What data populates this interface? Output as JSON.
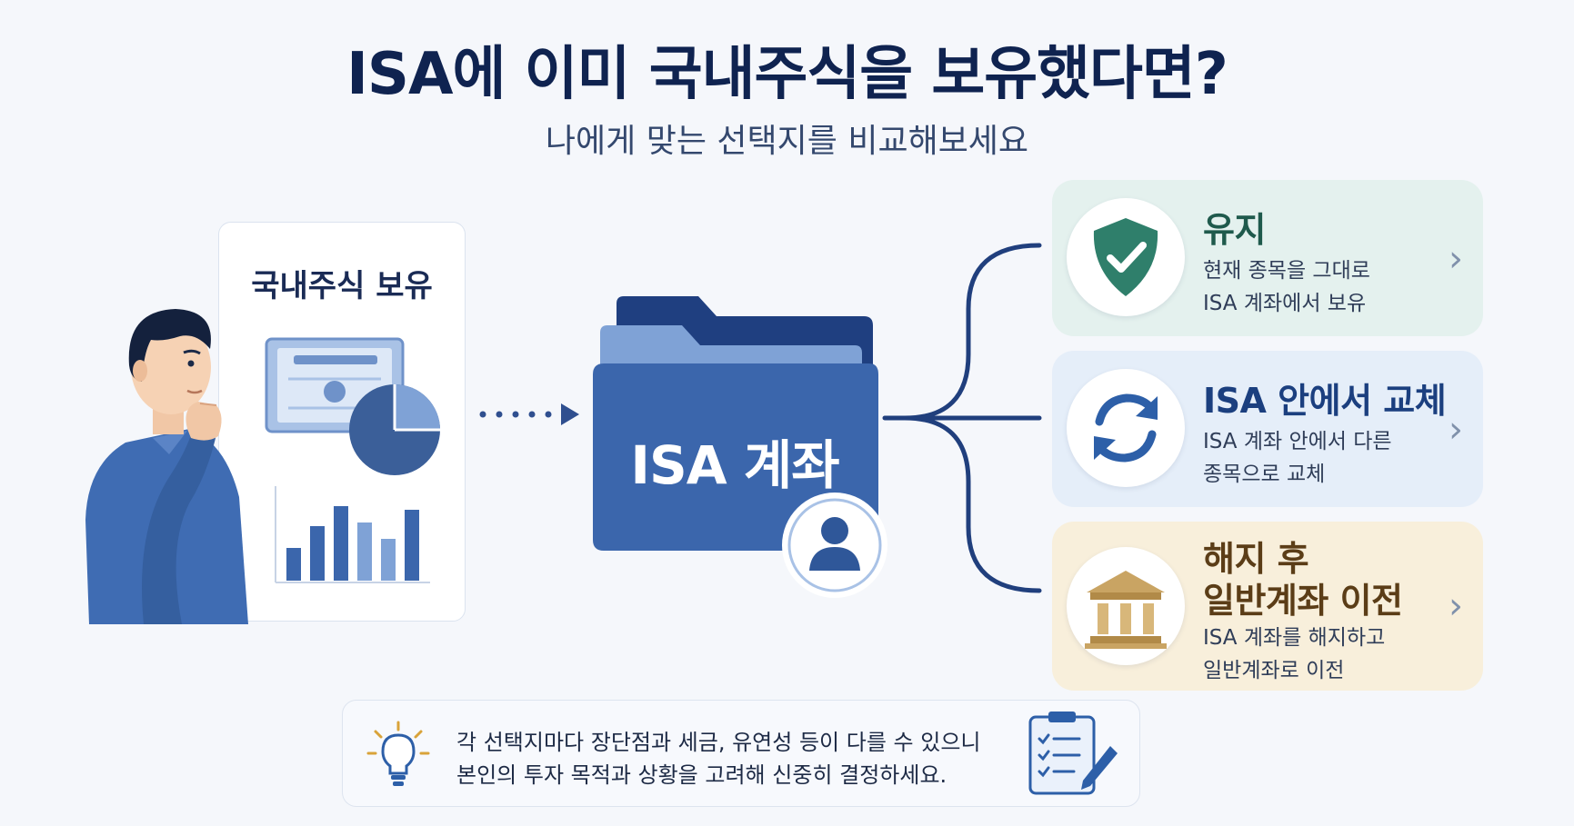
{
  "title": "ISA에 이미 국내주식을 보유했다면?",
  "subtitle": "나에게 맞는 선택지를 비교해보세요",
  "holding": {
    "title": "국내주식 보유",
    "bar_levels": [
      0.36,
      0.6,
      0.82,
      0.64,
      0.46,
      0.78
    ]
  },
  "account": {
    "label": "ISA 계좌"
  },
  "options": [
    {
      "title": "유지",
      "desc_line1": "현재 종목을 그대로",
      "desc_line2": "ISA 계좌에서 보유",
      "icon": "shield-check-icon",
      "color": "#2f7f6b"
    },
    {
      "title": "ISA 안에서 교체",
      "desc_line1": "ISA 계좌 안에서 다른",
      "desc_line2": "종목으로 교체",
      "icon": "refresh-icon",
      "color": "#2d5fa8"
    },
    {
      "title_line1": "해지 후",
      "title_line2": "일반계좌 이전",
      "desc_line1": "ISA 계좌를 해지하고",
      "desc_line2": "일반계좌로 이전",
      "icon": "bank-icon",
      "color": "#c9a463"
    }
  ],
  "tip": {
    "line1": "각 선택지마다 장단점과 세금, 유연성 등이 다를 수 있으니",
    "line2": "본인의 투자 목적과 상황을 고려해 신중히 결정하세요."
  }
}
